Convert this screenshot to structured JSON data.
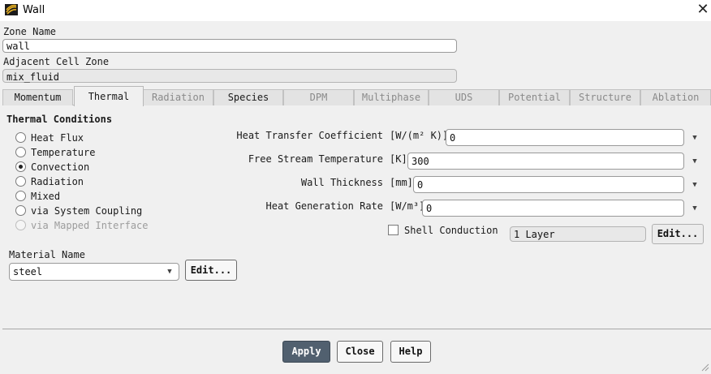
{
  "window": {
    "title": "Wall",
    "icon": "fluent-app-icon",
    "close_icon": "close-icon"
  },
  "zone_name": {
    "label": "Zone Name",
    "value": "wall"
  },
  "adjacent_cell_zone": {
    "label": "Adjacent Cell Zone",
    "value": "mix_fluid"
  },
  "tabs": [
    {
      "label": "Momentum",
      "enabled": true
    },
    {
      "label": "Thermal",
      "enabled": true,
      "active": true
    },
    {
      "label": "Radiation",
      "enabled": false
    },
    {
      "label": "Species",
      "enabled": true
    },
    {
      "label": "DPM",
      "enabled": false
    },
    {
      "label": "Multiphase",
      "enabled": false
    },
    {
      "label": "UDS",
      "enabled": false
    },
    {
      "label": "Potential",
      "enabled": false
    },
    {
      "label": "Structure",
      "enabled": false
    },
    {
      "label": "Ablation",
      "enabled": false
    }
  ],
  "thermal": {
    "title": "Thermal Conditions",
    "options": [
      {
        "label": "Heat Flux"
      },
      {
        "label": "Temperature"
      },
      {
        "label": "Convection"
      },
      {
        "label": "Radiation"
      },
      {
        "label": "Mixed"
      },
      {
        "label": "via System Coupling"
      },
      {
        "label": "via Mapped Interface"
      }
    ],
    "selected": "Convection",
    "properties": [
      {
        "label": "Heat Transfer Coefficient",
        "unit": "[W/(m² K)]",
        "value": "0"
      },
      {
        "label": "Free Stream Temperature",
        "unit": "[K]",
        "value": "300"
      },
      {
        "label": "Wall Thickness",
        "unit": "[mm]",
        "value": "0"
      },
      {
        "label": "Heat Generation Rate",
        "unit": "[W/m³]",
        "value": "0"
      }
    ],
    "shell_conduction": {
      "label": "Shell Conduction",
      "checked": false,
      "layers": "1 Layer",
      "edit_label": "Edit..."
    }
  },
  "material": {
    "label": "Material Name",
    "value": "steel",
    "edit_label": "Edit..."
  },
  "buttons": {
    "apply": "Apply",
    "close": "Close",
    "help": "Help"
  }
}
